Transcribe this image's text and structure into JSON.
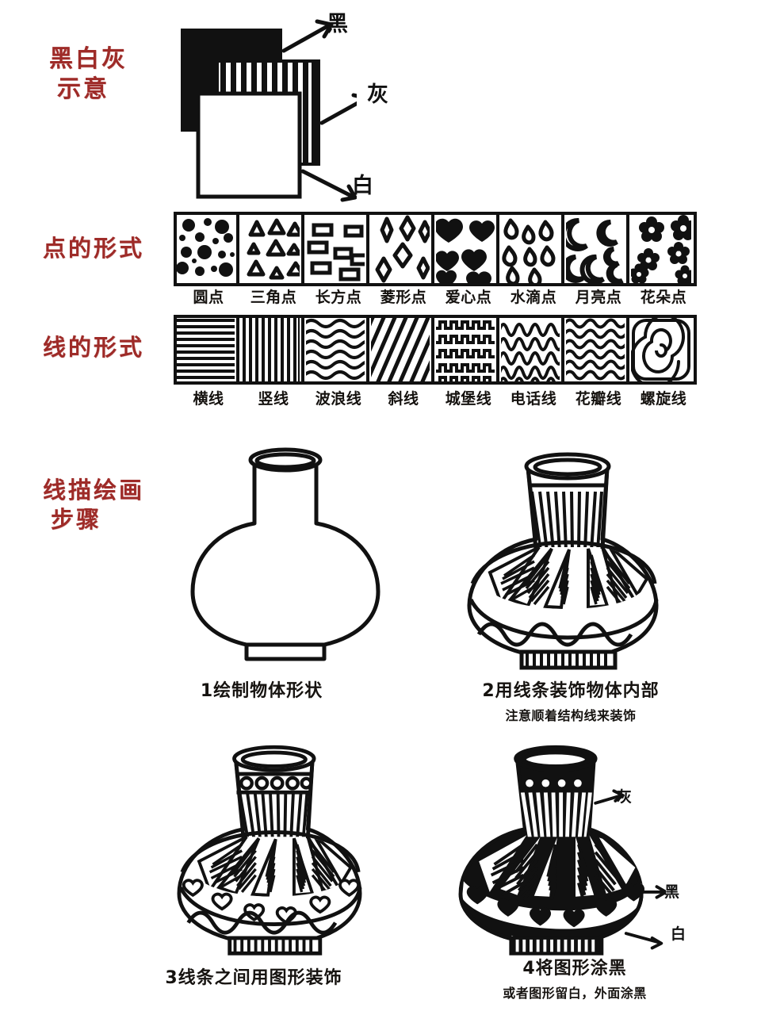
{
  "sections": {
    "bw_gray": {
      "label_line1": "黑白灰",
      "label_line2": "示意",
      "annotations": {
        "black": "黑",
        "gray": "灰",
        "white": "白"
      }
    },
    "dot_forms": {
      "label": "点的形式",
      "items": [
        {
          "name": "圆点",
          "icon": "circle-dot-pattern"
        },
        {
          "name": "三角点",
          "icon": "triangle-dot-pattern"
        },
        {
          "name": "长方点",
          "icon": "rectangle-dot-pattern"
        },
        {
          "name": "菱形点",
          "icon": "diamond-dot-pattern"
        },
        {
          "name": "爱心点",
          "icon": "heart-dot-pattern"
        },
        {
          "name": "水滴点",
          "icon": "droplet-dot-pattern"
        },
        {
          "name": "月亮点",
          "icon": "moon-dot-pattern"
        },
        {
          "name": "花朵点",
          "icon": "flower-dot-pattern"
        }
      ]
    },
    "line_forms": {
      "label": "线的形式",
      "items": [
        {
          "name": "横线",
          "icon": "horizontal-line-pattern"
        },
        {
          "name": "竖线",
          "icon": "vertical-line-pattern"
        },
        {
          "name": "波浪线",
          "icon": "wave-line-pattern"
        },
        {
          "name": "斜线",
          "icon": "diagonal-line-pattern"
        },
        {
          "name": "城堡线",
          "icon": "castle-line-pattern"
        },
        {
          "name": "电话线",
          "icon": "telephone-line-pattern"
        },
        {
          "name": "花瓣线",
          "icon": "petal-line-pattern"
        },
        {
          "name": "螺旋线",
          "icon": "spiral-line-pattern"
        }
      ]
    },
    "steps": {
      "label_line1": "线描绘画",
      "label_line2": "步骤",
      "items": [
        {
          "caption": "1绘制物体形状",
          "subcaption": ""
        },
        {
          "caption": "2用线条装饰物体内部",
          "subcaption": "注意顺着结构线来装饰"
        },
        {
          "caption": "3线条之间用图形装饰",
          "subcaption": ""
        },
        {
          "caption": "4将图形涂黑",
          "subcaption": "或者图形留白，外面涂黑"
        }
      ],
      "step4_annotations": {
        "gray": "灰",
        "black": "黑",
        "white": "白"
      }
    }
  },
  "colors": {
    "red_heading": "#9e2b28",
    "ink": "#111111",
    "paper": "#ffffff"
  }
}
